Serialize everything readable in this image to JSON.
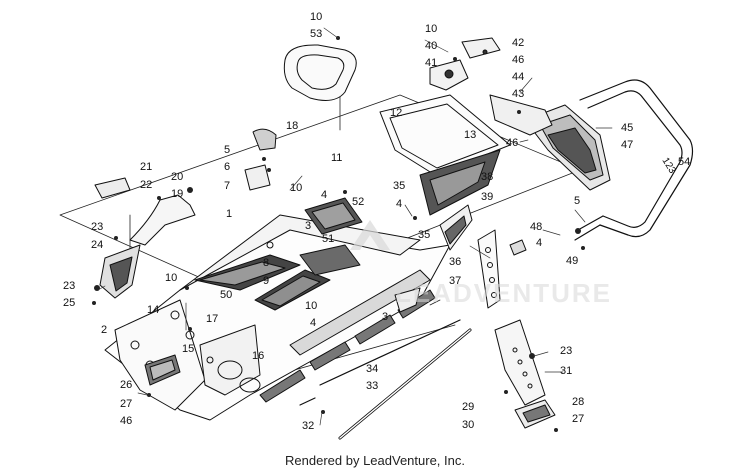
{
  "footer": "Rendered by LeadVenture, Inc.",
  "watermark": {
    "text": "LEADVENTURE",
    "color": "#d8d8d8"
  },
  "callouts": [
    {
      "id": "c1",
      "label": "10"
    },
    {
      "id": "c2",
      "label": "53"
    },
    {
      "id": "c3",
      "label": "10"
    },
    {
      "id": "c4",
      "label": "42"
    },
    {
      "id": "c5",
      "label": "40"
    },
    {
      "id": "c6",
      "label": "46"
    },
    {
      "id": "c7",
      "label": "41"
    },
    {
      "id": "c8",
      "label": "44"
    },
    {
      "id": "c9",
      "label": "43"
    },
    {
      "id": "c10",
      "label": "12"
    },
    {
      "id": "c11",
      "label": "13"
    },
    {
      "id": "c12",
      "label": "45"
    },
    {
      "id": "c13",
      "label": "47"
    },
    {
      "id": "c14",
      "label": "46"
    },
    {
      "id": "c15",
      "label": "54"
    },
    {
      "id": "c16",
      "label": "18"
    },
    {
      "id": "c17",
      "label": "5"
    },
    {
      "id": "c18",
      "label": "11"
    },
    {
      "id": "c19",
      "label": "6"
    },
    {
      "id": "c20",
      "label": "7"
    },
    {
      "id": "c21",
      "label": "21"
    },
    {
      "id": "c22",
      "label": "20"
    },
    {
      "id": "c23",
      "label": "22"
    },
    {
      "id": "c24",
      "label": "19"
    },
    {
      "id": "c25",
      "label": "10"
    },
    {
      "id": "c26",
      "label": "4"
    },
    {
      "id": "c27",
      "label": "35"
    },
    {
      "id": "c28",
      "label": "38"
    },
    {
      "id": "c29",
      "label": "4"
    },
    {
      "id": "c30",
      "label": "39"
    },
    {
      "id": "c31",
      "label": "52"
    },
    {
      "id": "c32",
      "label": "1"
    },
    {
      "id": "c33",
      "label": "3"
    },
    {
      "id": "c34",
      "label": "51"
    },
    {
      "id": "c35",
      "label": "5"
    },
    {
      "id": "c36",
      "label": "48"
    },
    {
      "id": "c37",
      "label": "23"
    },
    {
      "id": "c38",
      "label": "35"
    },
    {
      "id": "c39",
      "label": "4"
    },
    {
      "id": "c40",
      "label": "24"
    },
    {
      "id": "c41",
      "label": "49"
    },
    {
      "id": "c42",
      "label": "36"
    },
    {
      "id": "c43",
      "label": "8"
    },
    {
      "id": "c44",
      "label": "37"
    },
    {
      "id": "c45",
      "label": "23"
    },
    {
      "id": "c46",
      "label": "10"
    },
    {
      "id": "c47",
      "label": "9"
    },
    {
      "id": "c48",
      "label": "25"
    },
    {
      "id": "c49",
      "label": "50"
    },
    {
      "id": "c50",
      "label": "10"
    },
    {
      "id": "c51",
      "label": "14"
    },
    {
      "id": "c52",
      "label": "17"
    },
    {
      "id": "c53",
      "label": "4"
    },
    {
      "id": "c54",
      "label": "3"
    },
    {
      "id": "c55",
      "label": "2"
    },
    {
      "id": "c56",
      "label": "15"
    },
    {
      "id": "c57",
      "label": "16"
    },
    {
      "id": "c58",
      "label": "23"
    },
    {
      "id": "c59",
      "label": "34"
    },
    {
      "id": "c60",
      "label": "31"
    },
    {
      "id": "c61",
      "label": "26"
    },
    {
      "id": "c62",
      "label": "33"
    },
    {
      "id": "c63",
      "label": "27"
    },
    {
      "id": "c64",
      "label": "29"
    },
    {
      "id": "c65",
      "label": "28"
    },
    {
      "id": "c66",
      "label": "46"
    },
    {
      "id": "c67",
      "label": "30"
    },
    {
      "id": "c68",
      "label": "27"
    },
    {
      "id": "c69",
      "label": "32"
    }
  ]
}
